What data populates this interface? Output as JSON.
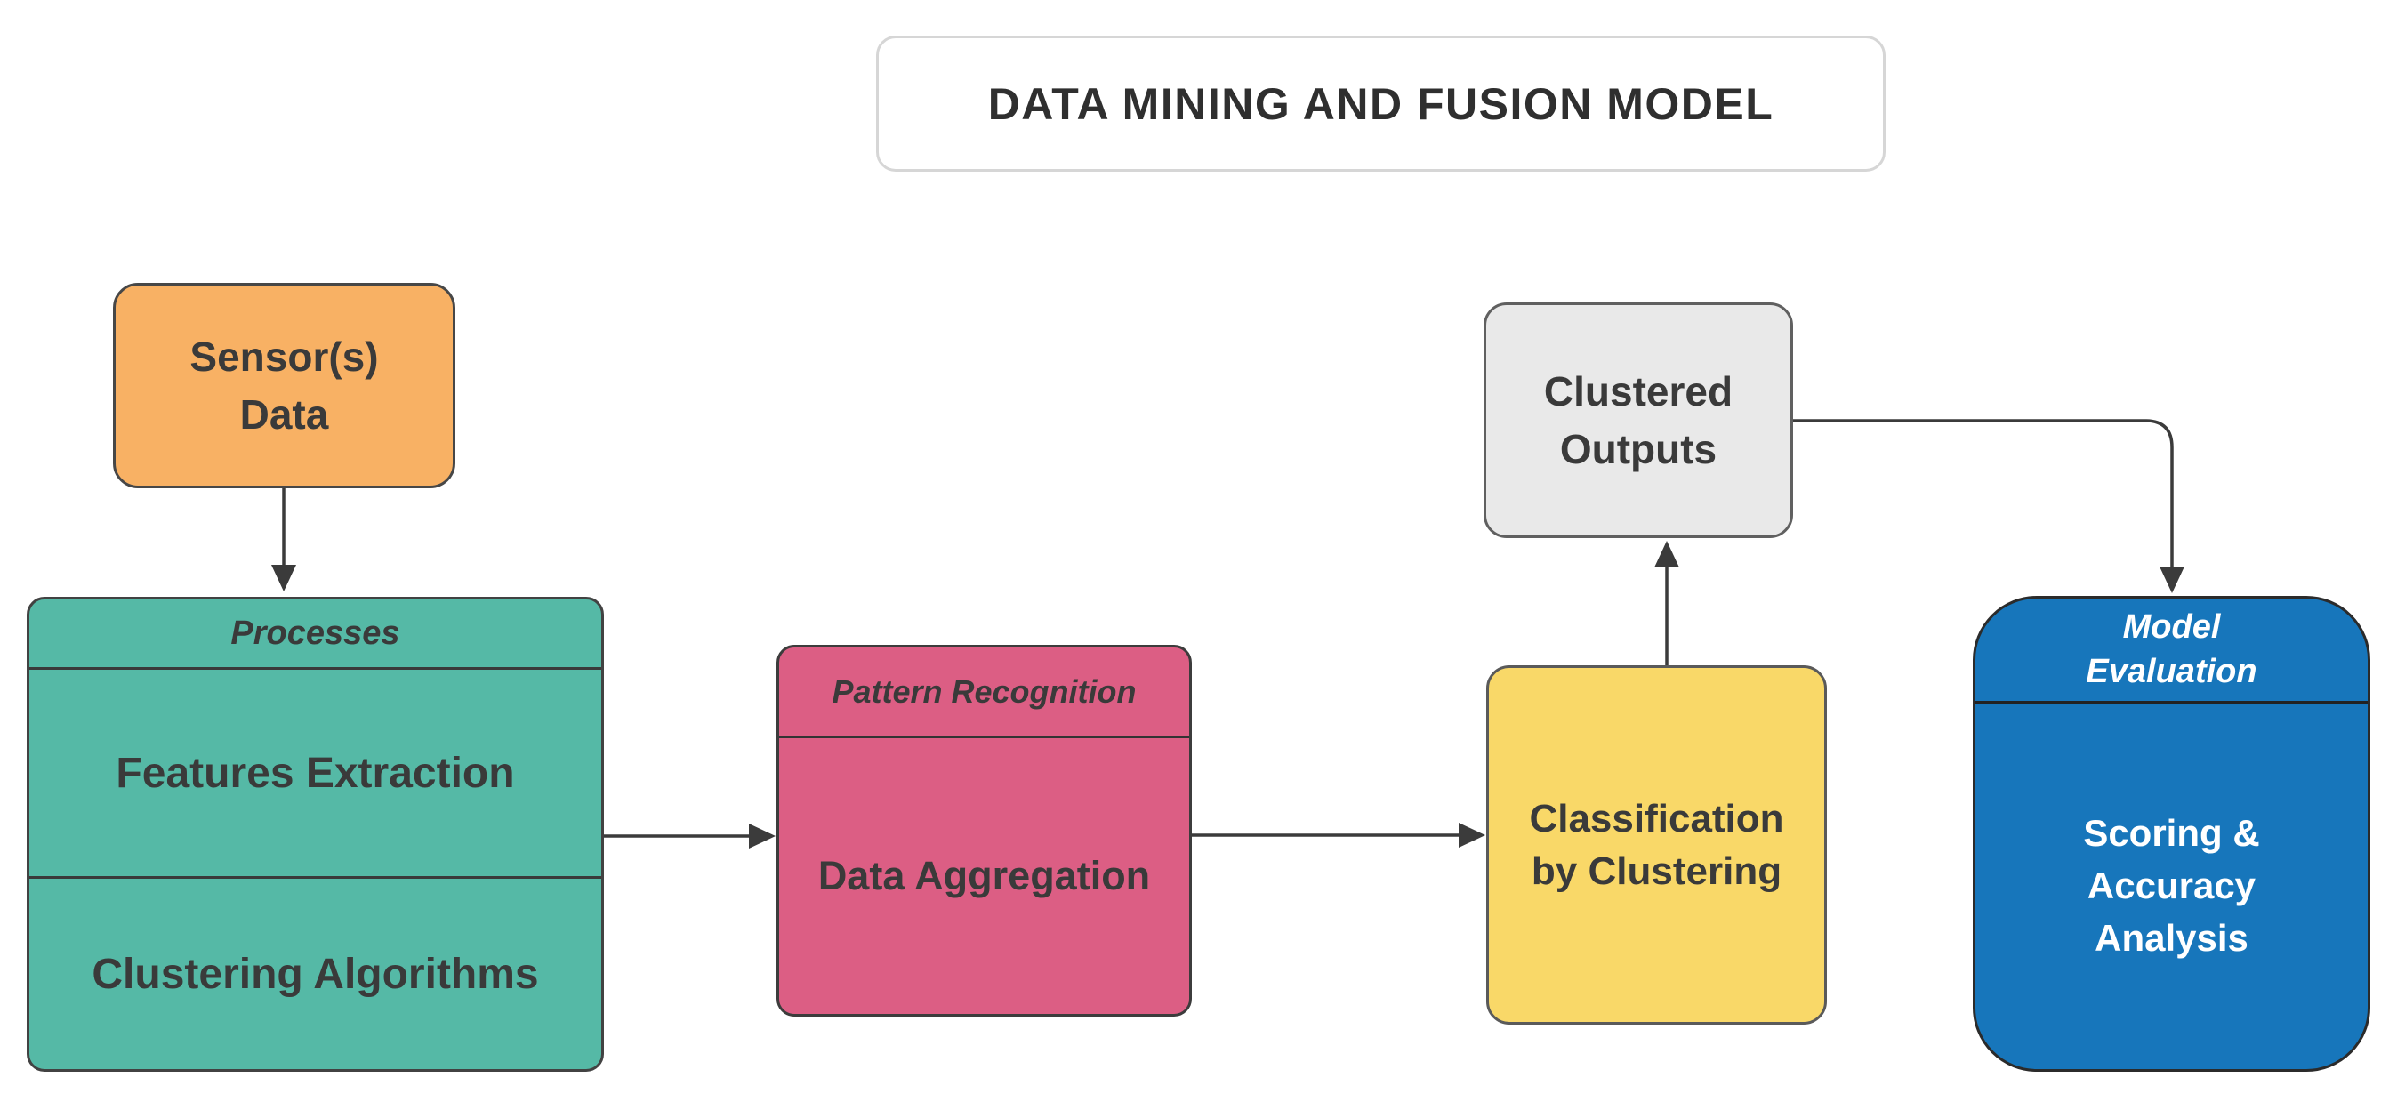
{
  "title": "DATA MINING AND FUSION MODEL",
  "nodes": {
    "sensor_data": {
      "label": "Sensor(s)\nData",
      "fill": "#f8b164"
    },
    "processes": {
      "header": "Processes",
      "items": [
        "Features Extraction",
        "Clustering Algorithms"
      ],
      "fill": "#55b9a6"
    },
    "pattern_recognition": {
      "header": "Pattern Recognition",
      "body": "Data Aggregation",
      "fill": "#dc5e84"
    },
    "classification_by_clustering": {
      "label": "Classification\nby Clustering",
      "fill": "#f9d868"
    },
    "clustered_outputs": {
      "label": "Clustered\nOutputs",
      "fill": "#e9e9e9"
    },
    "model_evaluation": {
      "header": "Model\nEvaluation",
      "body": "Scoring &\nAccuracy\nAnalysis",
      "fill": "#1776bb",
      "text_color": "#ffffff"
    }
  },
  "connections": [
    {
      "from": "sensor_data",
      "to": "processes"
    },
    {
      "from": "processes",
      "to": "pattern_recognition"
    },
    {
      "from": "pattern_recognition",
      "to": "classification_by_clustering"
    },
    {
      "from": "classification_by_clustering",
      "to": "clustered_outputs"
    },
    {
      "from": "clustered_outputs",
      "to": "model_evaluation"
    }
  ],
  "colors": {
    "canvas_background": "#ffffff",
    "arrow": "#3b3b3b",
    "title_border": "#d6d6d6",
    "dark_text": "#3a3a3a"
  }
}
